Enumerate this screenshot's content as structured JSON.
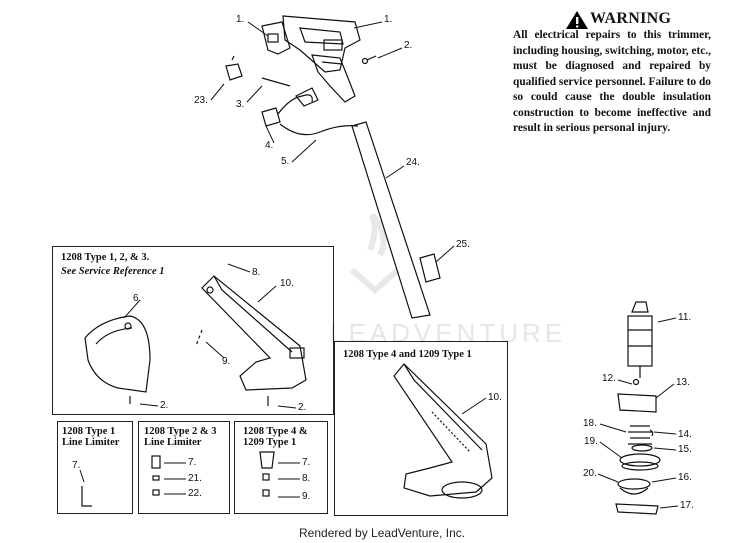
{
  "warning": {
    "title": "WARNING",
    "text": "All electrical repairs to this trimmer, including housing, switching, motor, etc., must be diagnosed and repaired by qualified service personnel. Failure to do so could cause the double insulation construction to become ineffective and result in serious personal injury."
  },
  "boxes": {
    "main": {
      "line1": "1208 Type 1, 2, & 3.",
      "line2": "See Service Reference 1"
    },
    "type4": {
      "label": "1208 Type 4 and 1209 Type 1"
    },
    "limiter1": {
      "line1": "1208 Type 1",
      "line2": "Line Limiter"
    },
    "limiter23": {
      "line1": "1208 Type 2 & 3",
      "line2": "Line Limiter"
    },
    "limiter4": {
      "line1": "1208 Type 4 &",
      "line2": "1209 Type 1"
    }
  },
  "callouts": {
    "c1a": "1.",
    "c1b": "1.",
    "c2a": "2.",
    "c23": "23.",
    "c3": "3.",
    "c4": "4.",
    "c5": "5.",
    "c24": "24.",
    "c25": "25.",
    "c6": "6.",
    "c8a": "8.",
    "c10a": "10.",
    "c9a": "9.",
    "c2b": "2.",
    "c2c": "2.",
    "c10b": "10.",
    "c11": "11.",
    "c12": "12.",
    "c13": "13.",
    "c18": "18.",
    "c14": "14.",
    "c19": "19.",
    "c15": "15.",
    "c20": "20.",
    "c16": "16.",
    "c17": "17.",
    "c7a": "7.",
    "c7b": "7.",
    "c21": "21.",
    "c22": "22.",
    "c7c": "7.",
    "c8b": "8.",
    "c9b": "9."
  },
  "watermark": "LEADVENTURE",
  "footer": "Rendered by LeadVenture, Inc.",
  "icons": {
    "warning": "warning-triangle-icon"
  }
}
